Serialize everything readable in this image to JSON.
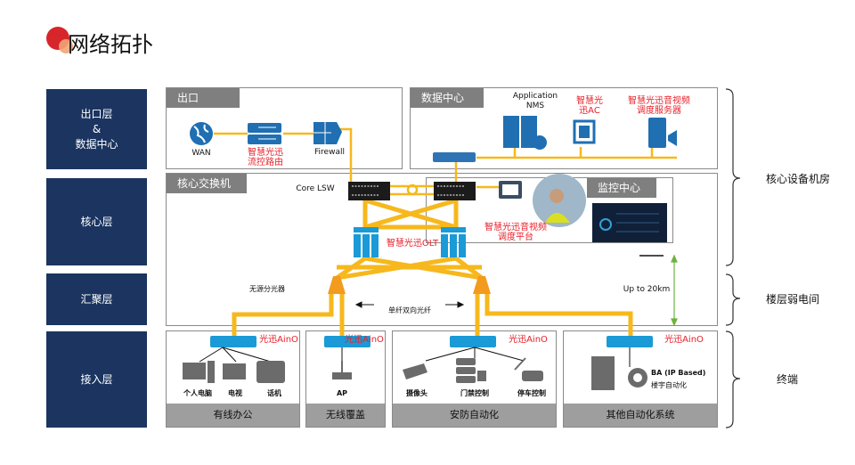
{
  "title": "网络拓扑",
  "layers": [
    {
      "label": "出口层\n&\n数据中心"
    },
    {
      "label": "核心层"
    },
    {
      "label": "汇聚层"
    },
    {
      "label": "接入层"
    }
  ],
  "side_labels": [
    "核心设备机房",
    "楼层弱电间",
    "终端"
  ],
  "exit": {
    "header": "出口",
    "wan": "WAN",
    "router": "智慧光迅\n流控路由",
    "firewall": "Firewall"
  },
  "datacenter": {
    "header": "数据中心",
    "nms": "Application\nNMS",
    "ac": "智慧光\n迅AC",
    "server": "智慧光迅音视频\n调度服务器"
  },
  "core": {
    "header": "核心交换机",
    "core_lsw": "Core LSW",
    "olt": "智慧光迅OLT",
    "platform": "智慧光迅音视频\n调度平台",
    "monitor_header": "监控中心",
    "splitter": "无源分光器",
    "fiber": "单纤双向光纤",
    "distance": "Up to 20km"
  },
  "access": [
    {
      "footer": "有线办公",
      "aino": "光迅AinO",
      "devices": [
        "个人电脑",
        "电视",
        "话机"
      ]
    },
    {
      "footer": "无线覆盖",
      "aino": "光迅AinO",
      "devices": [
        "AP"
      ]
    },
    {
      "footer": "安防自动化",
      "aino": "光迅AinO",
      "devices": [
        "摄像头",
        "门禁控制",
        "停车控制"
      ]
    },
    {
      "footer": "其他自动化系统",
      "aino": "光迅AinO",
      "devices": [
        "BA (IP Based)",
        "楼宇自动化"
      ]
    }
  ],
  "colors": {
    "navy": "#1b3560",
    "fiber": "#f6b81c",
    "accent": "#e8202a",
    "icon_blue": "#1a9ad6"
  }
}
